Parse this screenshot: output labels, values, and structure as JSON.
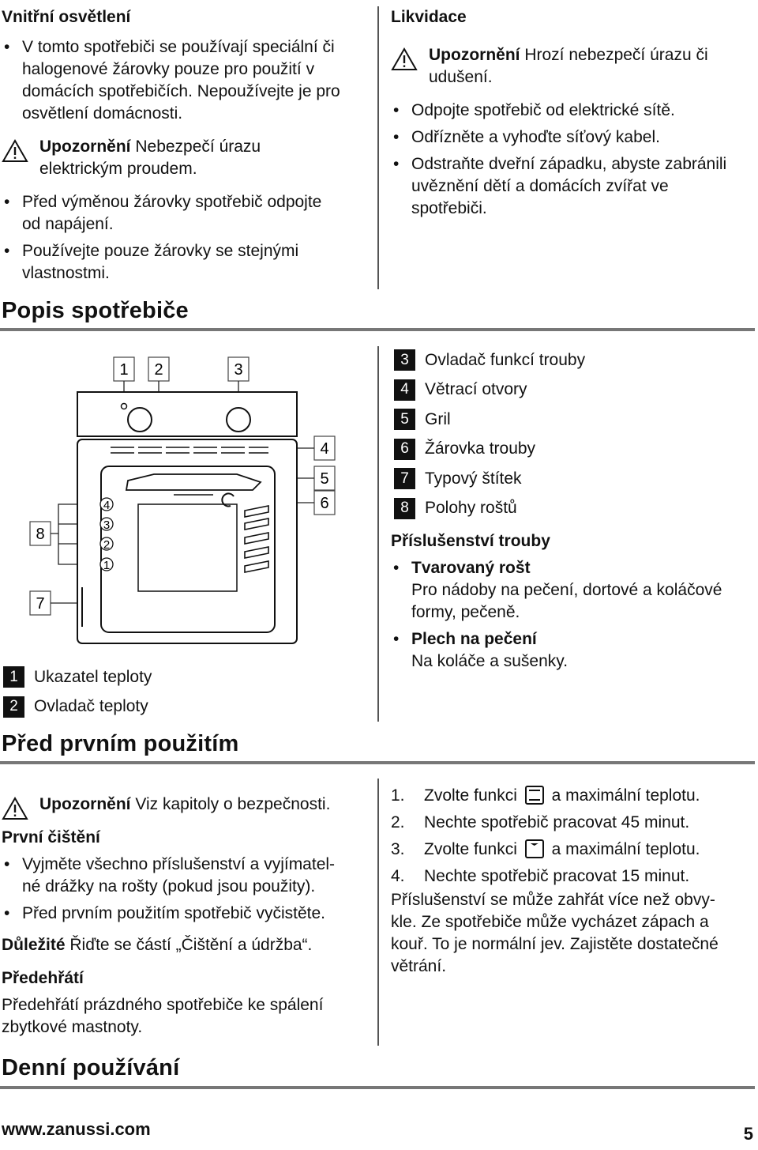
{
  "lighting": {
    "title": "Vnitřní osvětlení",
    "bullets": [
      [
        "V tomto spotřebiči se používají speciální či",
        "halogenové žárovky pouze pro použití v",
        "domácích spotřebičích. Nepoužívejte je pro",
        "osvětlení domácnosti."
      ]
    ],
    "warning_label": "Upozornění",
    "warning_text": [
      "Nebezpečí úrazu",
      "elektrickým proudem."
    ],
    "bullets2": [
      [
        "Před výměnou žárovky spotřebič odpojte",
        "od napájení."
      ],
      [
        "Používejte pouze žárovky se stejnými",
        "vlastnostmi."
      ]
    ]
  },
  "disposal": {
    "title": "Likvidace",
    "warning_label": "Upozornění",
    "warning_text": [
      "Hrozí nebezpečí úrazu či",
      "udušení."
    ],
    "bullets": [
      [
        "Odpojte spotřebič od elektrické sítě."
      ],
      [
        "Odřízněte a vyhoďte síťový kabel."
      ],
      [
        "Odstraňte dveřní západku, abyste zabránili",
        "uvěznění dětí a domácích zvířat ve",
        "spotřebiči."
      ]
    ]
  },
  "description": {
    "title": "Popis spotřebiče",
    "diagram_numbers": [
      "1",
      "2",
      "3",
      "4",
      "5",
      "6",
      "7",
      "8"
    ],
    "shelf_numbers": [
      "4",
      "3",
      "2",
      "1"
    ],
    "legend_left": [
      {
        "num": "1",
        "text": "Ukazatel teploty"
      },
      {
        "num": "2",
        "text": "Ovladač teploty"
      }
    ],
    "legend_right": [
      {
        "num": "3",
        "text": "Ovladač funkcí trouby"
      },
      {
        "num": "4",
        "text": "Větrací otvory"
      },
      {
        "num": "5",
        "text": "Gril"
      },
      {
        "num": "6",
        "text": "Žárovka trouby"
      },
      {
        "num": "7",
        "text": "Typový štítek"
      },
      {
        "num": "8",
        "text": "Polohy roštů"
      }
    ],
    "accessories_title": "Příslušenství trouby",
    "accessories": [
      {
        "name": "Tvarovaný rošt",
        "desc": [
          "Pro nádoby na pečení, dortové a koláčové",
          "formy, pečeně."
        ]
      },
      {
        "name": "Plech na pečení",
        "desc": [
          "Na koláče a sušenky."
        ]
      }
    ]
  },
  "first_use": {
    "title": "Před prvním použitím",
    "warning_label": "Upozornění",
    "warning_text": "Viz kapitoly o bezpečnosti.",
    "cleaning_title": "První čištění",
    "cleaning_bullets": [
      [
        "Vyjměte všechno příslušenství a vyjímatel-",
        "né drážky na rošty (pokud jsou použity)."
      ],
      [
        "Před prvním použitím spotřebič vyčistěte."
      ]
    ],
    "important_label": "Důležité",
    "important_text": "Řiďte se částí „Čištění a údržba“.",
    "preheat_title": "Předehřátí",
    "preheat_text": [
      "Předehřátí prázdného spotřebiče ke spálení",
      "zbytkové mastnoty."
    ],
    "steps": [
      {
        "n": "1.",
        "before": "Zvolte funkci",
        "icon": "conventional-heat-icon",
        "after": "a maximální teplotu."
      },
      {
        "n": "2.",
        "before": "Nechte spotřebič pracovat 45 minut.",
        "icon": "",
        "after": ""
      },
      {
        "n": "3.",
        "before": "Zvolte funkci",
        "icon": "grill-icon",
        "after": "a maximální teplotu."
      },
      {
        "n": "4.",
        "before": "Nechte spotřebič pracovat 15 minut.",
        "icon": "",
        "after": ""
      }
    ],
    "note": [
      "Příslušenství se může zahřát více než obvy-",
      "kle. Ze spotřebiče může vycházet zápach a",
      "kouř. To je normální jev. Zajistěte dostatečné",
      "větrání."
    ]
  },
  "daily_use": {
    "title": "Denní používání"
  },
  "footer": {
    "url": "www.zanussi.com",
    "page": "5"
  }
}
